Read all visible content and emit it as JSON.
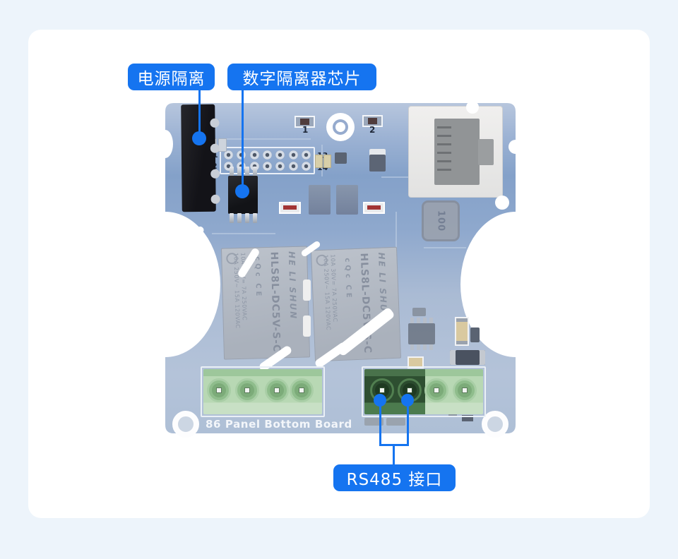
{
  "callouts": {
    "power_isolation": "电源隔离",
    "digital_isolator_chip": "数字隔离器芯片",
    "rs485_port": "RS485 接口"
  },
  "board": {
    "silkscreen_title": "86 Panel Bottom Board",
    "pin_header": {
      "row1_start": "1",
      "row2_start": "2",
      "row1_end": "13",
      "row2_end": "14"
    },
    "markers": {
      "m1": "1",
      "m2": "2"
    },
    "inductor_value": "100",
    "relay": {
      "model": "HLS8L-DC5V-S-C",
      "brand": "HE LI SHUN",
      "rating_line1": "10A 250V~ 15A 120VAC",
      "rating_line2": "10A 30V= 7A 250VAC",
      "cert_cqc": "cQc",
      "cert_ce": "CE"
    }
  },
  "colors": {
    "accent_blue": "#1574f0",
    "page_background": "#edf4fb",
    "card_background": "#ffffff",
    "pcb_blue": "#84a1c9",
    "terminal_green_dark": "#2e4f31",
    "terminal_green_light": "#b8d8b4"
  }
}
